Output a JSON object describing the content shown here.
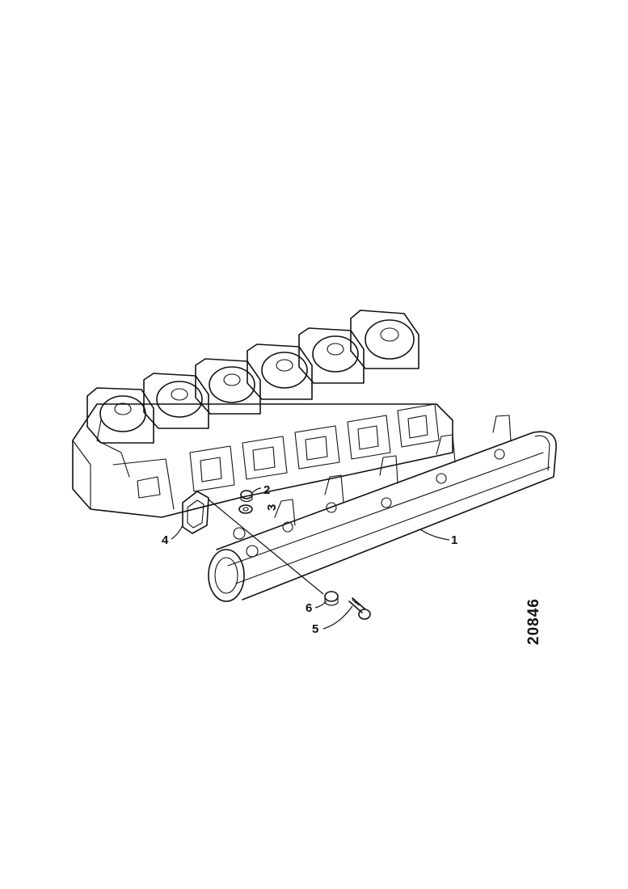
{
  "figure": {
    "reference_number": "20846",
    "callouts": [
      {
        "id": "1",
        "label": "1"
      },
      {
        "id": "2",
        "label": "2"
      },
      {
        "id": "3",
        "label": "3"
      },
      {
        "id": "4",
        "label": "4"
      },
      {
        "id": "5",
        "label": "5"
      },
      {
        "id": "6",
        "label": "6"
      }
    ]
  }
}
